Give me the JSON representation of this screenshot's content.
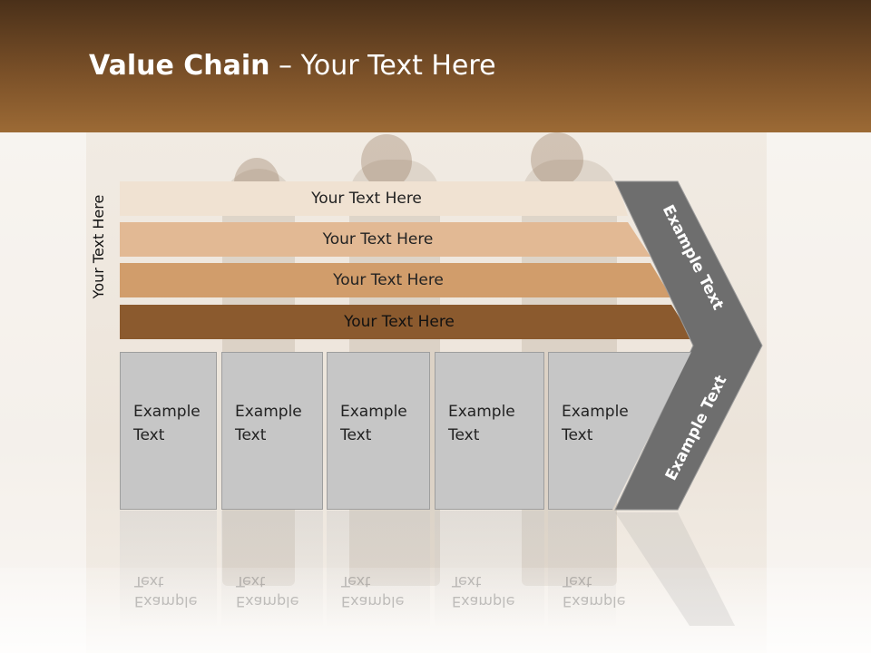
{
  "slide": {
    "title_bold": "Value Chain",
    "title_rest": " – Your Text Here",
    "vertical_label": "Your Text Here",
    "bars": [
      {
        "label": "Your Text Here",
        "color": "#f0e2d2"
      },
      {
        "label": "Your Text Here",
        "color": "#e2b994"
      },
      {
        "label": "Your Text Here",
        "color": "#d19d6b"
      },
      {
        "label": "Your Text Here",
        "color": "#8b5a2e"
      }
    ],
    "boxes": [
      {
        "line1": "Example",
        "line2": "Text"
      },
      {
        "line1": "Example",
        "line2": "Text"
      },
      {
        "line1": "Example",
        "line2": "Text"
      },
      {
        "line1": "Example",
        "line2": "Text"
      },
      {
        "line1": "Example",
        "line2": "Text"
      }
    ],
    "chevron_top_label": "Example Text",
    "chevron_bottom_label": "Example Text",
    "colors": {
      "header": "#7a5028",
      "chevron": "#6e6e6e",
      "box": "#c6c6c6"
    }
  }
}
